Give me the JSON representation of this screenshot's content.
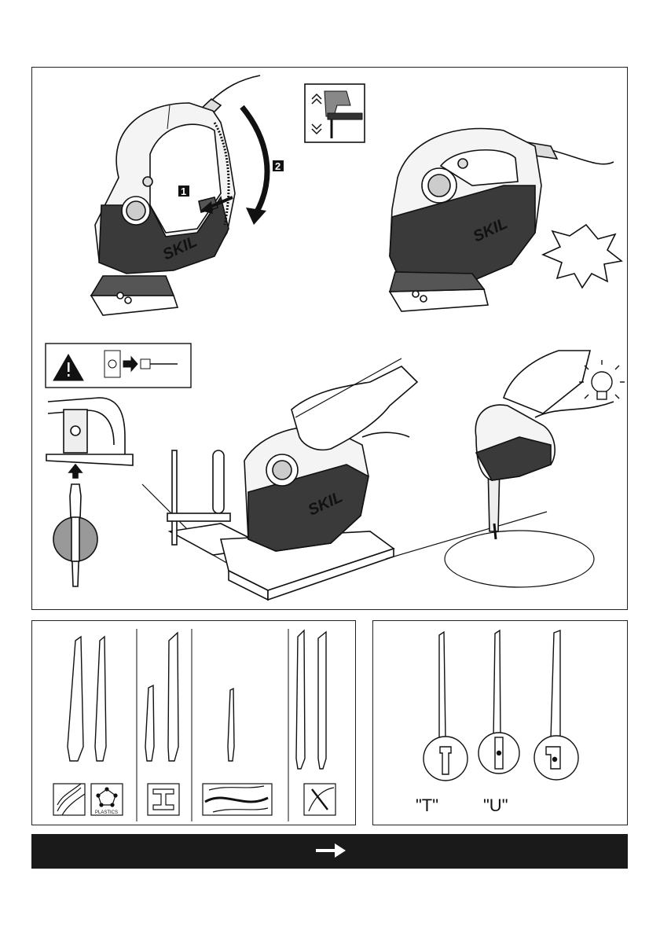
{
  "top_panel": {
    "step_markers": [
      "1",
      "2"
    ],
    "brand_label": "SKIL"
  },
  "blades_panel": {
    "material_icons": [
      "wood-grain-icon",
      "plastics-icon",
      "steel-beam-icon",
      "curve-cut-icon",
      "pipe-cut-icon"
    ],
    "plastics_label": "PLASTICS"
  },
  "shanks_panel": {
    "label_t": "\"T\"",
    "label_u": "\"U\""
  },
  "footer": {
    "arrow_icon": "arrow-right-icon",
    "bg_color": "#1a1a1a"
  }
}
